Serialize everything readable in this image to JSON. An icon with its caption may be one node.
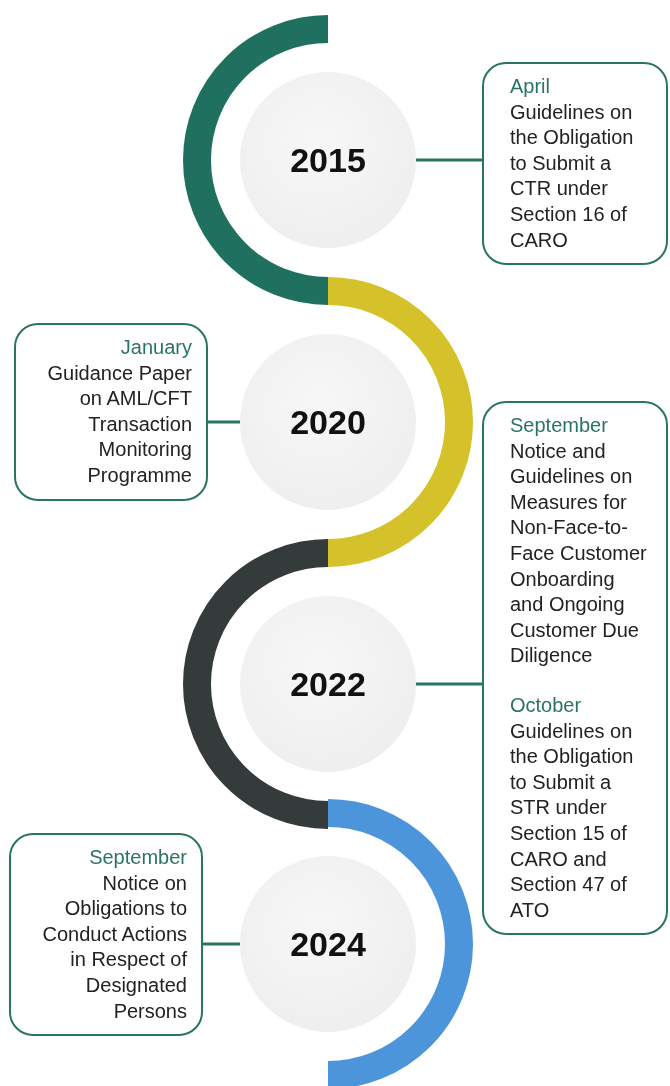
{
  "diagram": {
    "nodes": [
      {
        "text": [
          "2015"
        ]
      },
      {
        "text": [
          "April",
          "Guidelines on the Obligation to Submit a CTR under Section 16 of CARO"
        ]
      },
      {
        "text": [
          "January",
          "Guidance Paper on AML/CFT Transaction Monitoring Programme"
        ]
      },
      {
        "text": [
          "2020"
        ]
      },
      {
        "text": [
          "2022"
        ]
      },
      {
        "text": [
          "September",
          "Notice and Guidelines on Measures for Non-Face-to-Face Customer Onboarding and Ongoing Customer Due Diligence",
          "October",
          "Guidelines on the Obligation to Submit a STR under Section 15 of CARO and Section 47 of ATO"
        ]
      },
      {
        "text": [
          "September",
          "Notice on Obligations to Conduct Actions in Respect of Designated Persons"
        ]
      },
      {
        "text": [
          "2024"
        ]
      }
    ],
    "edges": [
      {
        "from": 0,
        "to": 1,
        "arrow": "none"
      },
      {
        "from": 3,
        "to": 2,
        "arrow": "none"
      },
      {
        "from": 4,
        "to": 5,
        "arrow": "none"
      },
      {
        "from": 7,
        "to": 6,
        "arrow": "none"
      }
    ]
  }
}
